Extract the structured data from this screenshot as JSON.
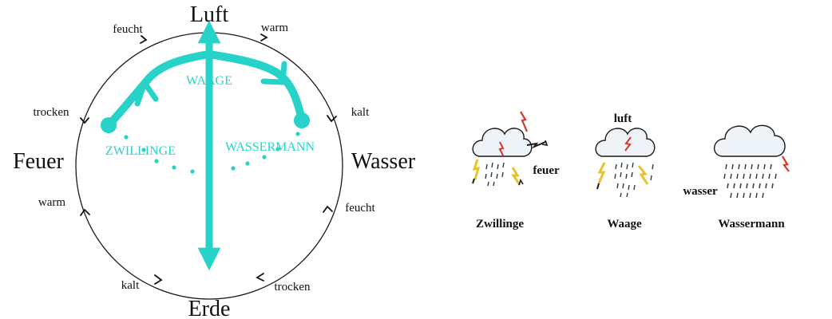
{
  "colors": {
    "accent": "#27d3c8",
    "ink": "#111111",
    "cloud_fill": "#eef3f7",
    "rain": "#2b3a4a",
    "bolt_red": "#d03a2a",
    "bolt_yellow": "#f3d22b"
  },
  "elements": {
    "top": "Luft",
    "bottom": "Erde",
    "left": "Feuer",
    "right": "Wasser"
  },
  "qualities": {
    "top_left": "feucht",
    "top_right": "warm",
    "upper_left": "trocken",
    "upper_right": "kalt",
    "lower_left": "warm",
    "lower_right": "feucht",
    "bottom_left": "kalt",
    "bottom_right": "trocken"
  },
  "signs": {
    "center": "WAAGE",
    "left": "ZWILLINGE",
    "right": "WASSERMANN"
  },
  "clouds": [
    {
      "caption": "Zwillinge",
      "sublabel": "feuer",
      "icon": "storm-cloud-icon"
    },
    {
      "caption": "Waage",
      "sublabel": "luft",
      "icon": "storm-cloud-icon"
    },
    {
      "caption": "Wassermann",
      "sublabel": "wasser",
      "icon": "rain-cloud-icon"
    }
  ]
}
